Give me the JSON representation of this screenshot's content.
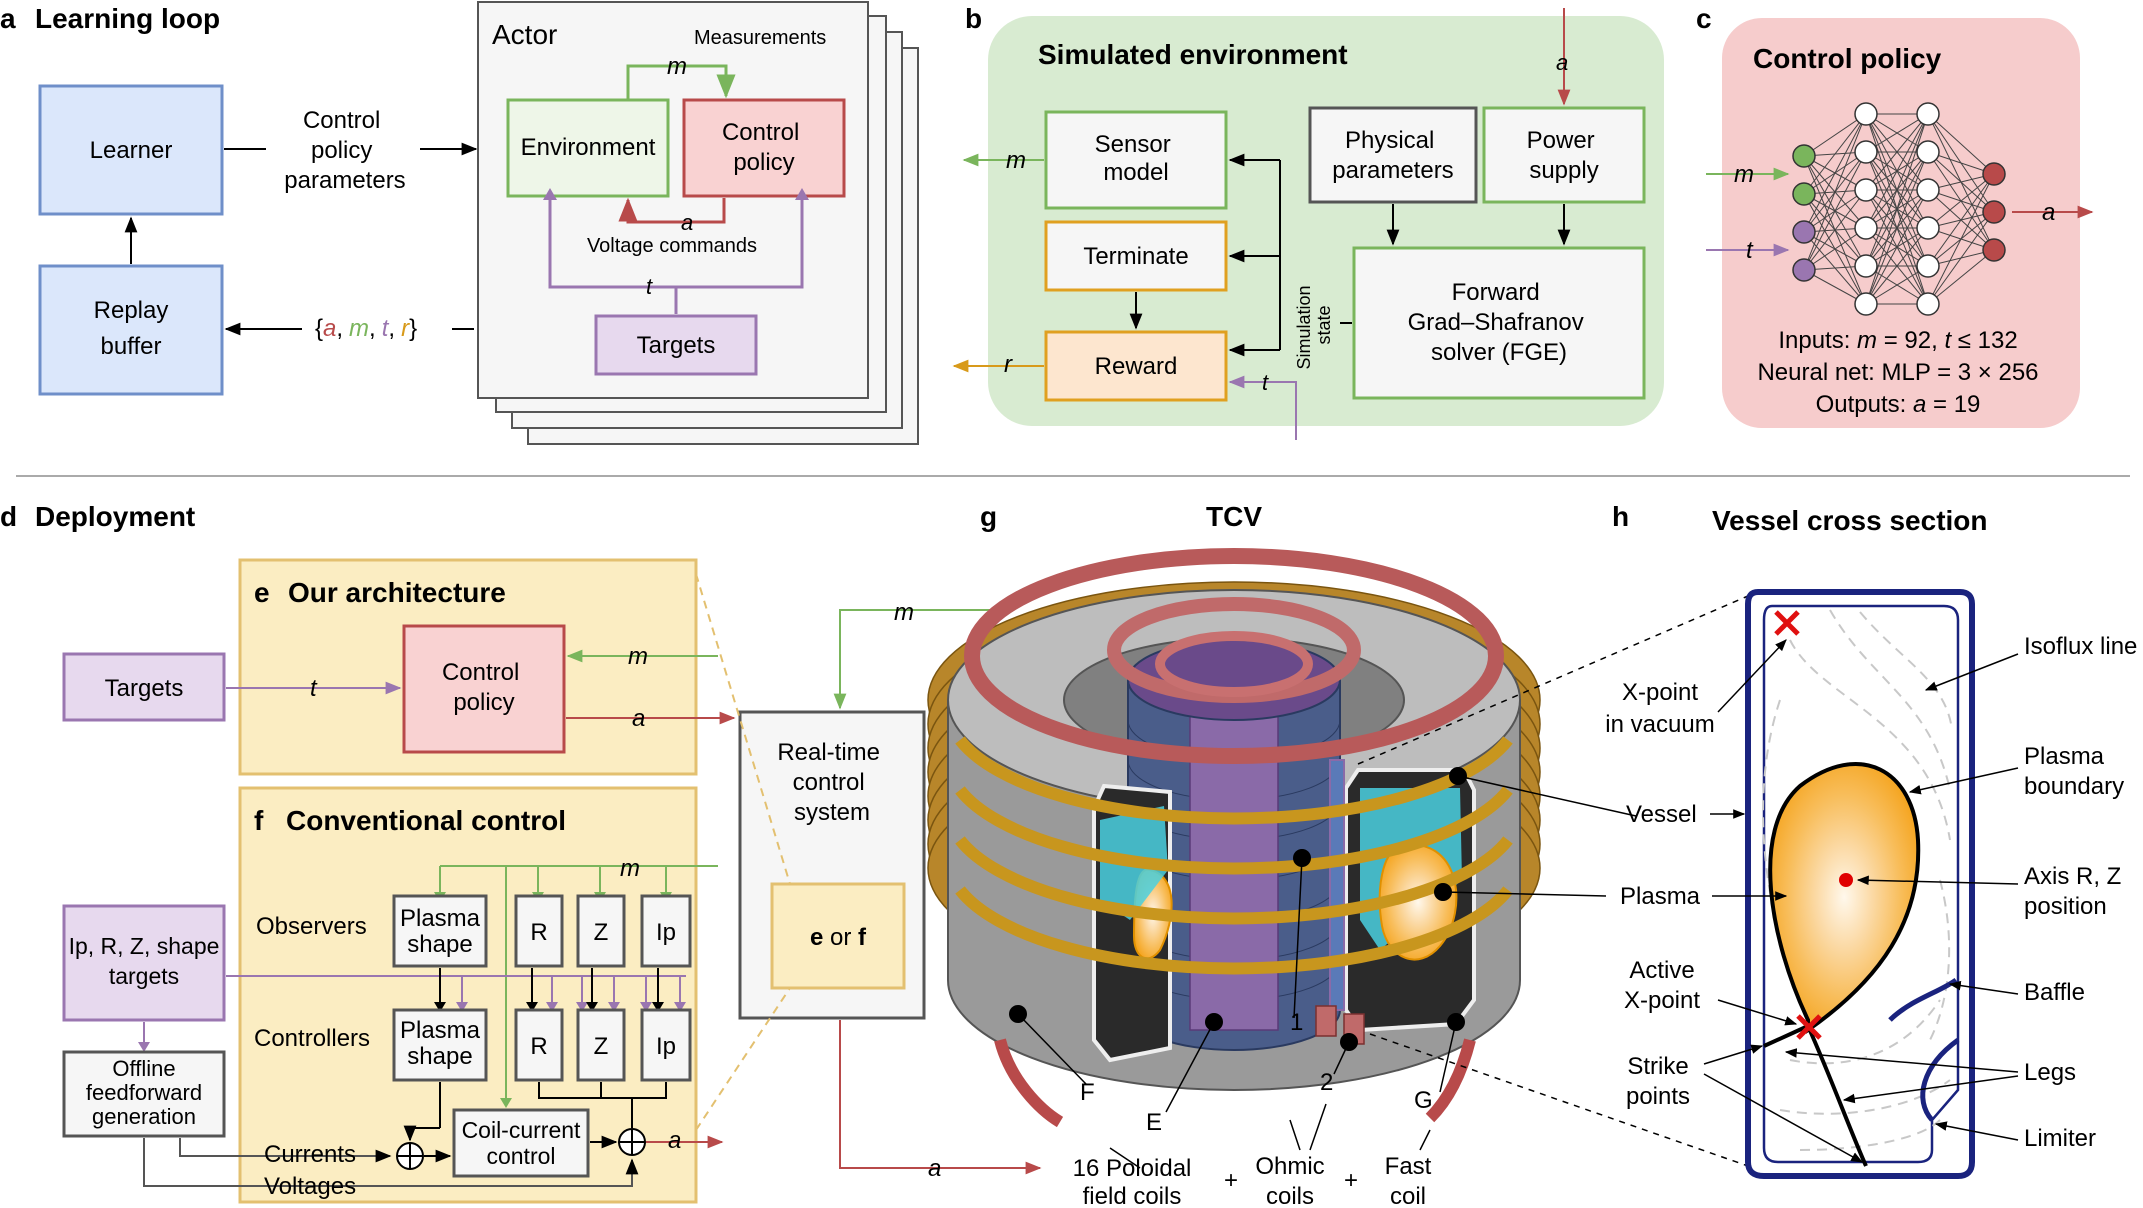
{
  "colors": {
    "blue_fill": "#dbe7fb",
    "blue_stroke": "#6f8fc9",
    "green_fill": "#eef6e8",
    "green_stroke": "#7ab55c",
    "red_fill": "#f9d2d2",
    "red_stroke": "#b84a4a",
    "purple_fill": "#e7d9ee",
    "purple_stroke": "#9a76b0",
    "orange_fill": "#fde6cf",
    "orange_stroke": "#e0a020",
    "yellow_panel": "#fbedc2",
    "yellow_stroke": "#e3c070",
    "sim_env_bg": "#d8ebd1",
    "policy_bg": "#f6cccc",
    "m_green": "#7ab55c",
    "a_red": "#b84a4a",
    "t_purple": "#9a76b0",
    "r_orange": "#d89a1a",
    "vessel": "#1a237e",
    "plasma": "#f5a623"
  },
  "panel_a": {
    "letter": "a",
    "title": "Learning loop",
    "learner": "Learner",
    "replay_line1": "Replay",
    "replay_line2": "buffer",
    "ctrl_params": [
      "Control",
      "policy",
      "parameters"
    ],
    "tuple": {
      "open": "{",
      "a": "a",
      "c1": ",",
      "m": "m",
      "c2": ",",
      "t": "t",
      "c3": ",",
      "r": "r",
      "close": "}"
    },
    "actor": "Actor",
    "measurements": "Measurements",
    "m": "m",
    "environment": "Environment",
    "control_policy": [
      "Control",
      "policy"
    ],
    "a": "a",
    "voltage_commands": "Voltage commands",
    "t": "t",
    "targets": "Targets"
  },
  "panel_b": {
    "letter": "b",
    "title": "Simulated environment",
    "sensor_model": [
      "Sensor",
      "model"
    ],
    "physical_parameters": [
      "Physical",
      "parameters"
    ],
    "power_supply": [
      "Power",
      "supply"
    ],
    "terminate": "Terminate",
    "reward": "Reward",
    "simulation_state": [
      "Simulation",
      "state"
    ],
    "fge": [
      "Forward",
      "Grad–Shafranov",
      "solver (FGE)"
    ],
    "m": "m",
    "r": "r",
    "t": "t",
    "a": "a"
  },
  "panel_c": {
    "letter": "c",
    "title": "Control policy",
    "m": "m",
    "t": "t",
    "a": "a",
    "inputs": {
      "label": "Inputs: ",
      "m": "m",
      "rest1": " = 92, ",
      "t": "t",
      "rest2": " ≤ 132"
    },
    "neural_net": "Neural net: MLP = 3 × 256",
    "outputs": {
      "label": "Outputs: ",
      "a": "a",
      "rest": " = 19"
    }
  },
  "panel_d": {
    "letter": "d",
    "title": "Deployment"
  },
  "panel_e": {
    "letter": "e",
    "title": "Our architecture",
    "targets": "Targets",
    "control_policy": [
      "Control",
      "policy"
    ],
    "m": "m",
    "a": "a",
    "t": "t"
  },
  "panel_f": {
    "letter": "f",
    "title": "Conventional control",
    "m": "m",
    "a": "a",
    "observers": "Observers",
    "controllers": "Controllers",
    "plasma_shape": [
      "Plasma",
      "shape"
    ],
    "R": "R",
    "Z": "Z",
    "Ip": "Ip",
    "targets": [
      "Ip, R, Z, shape",
      "targets"
    ],
    "offline": [
      "Offline",
      "feedforward",
      "generation"
    ],
    "currents": "Currents",
    "voltages": "Voltages",
    "coil_current": [
      "Coil-current",
      "control"
    ]
  },
  "realtime": {
    "lines": [
      "Real-time",
      "control",
      "system"
    ],
    "eorf": {
      "e": "e",
      "or": " or ",
      "f": "f"
    },
    "m": "m",
    "a": "a"
  },
  "panel_g": {
    "letter": "g",
    "title": "TCV",
    "labels": {
      "F": "F",
      "E": "E",
      "one": "1",
      "two": "2",
      "G": "G"
    },
    "poloidal": [
      "16 Poloidal",
      "field coils"
    ],
    "ohmic": [
      "Ohmic",
      "coils"
    ],
    "fast": [
      "Fast",
      "coil"
    ],
    "plus": "+"
  },
  "panel_h": {
    "letter": "h",
    "title": "Vessel cross section",
    "xpoint_vacuum": [
      "X-point",
      "in vacuum"
    ],
    "vessel": "Vessel",
    "plasma": "Plasma",
    "active_xpoint": [
      "Active",
      "X-point"
    ],
    "strike_points": [
      "Strike",
      "points"
    ],
    "isoflux": "Isoflux line",
    "plasma_boundary": [
      "Plasma",
      "boundary"
    ],
    "axis": [
      "Axis R, Z",
      "position"
    ],
    "baffle": "Baffle",
    "legs": "Legs",
    "limiter": "Limiter"
  }
}
